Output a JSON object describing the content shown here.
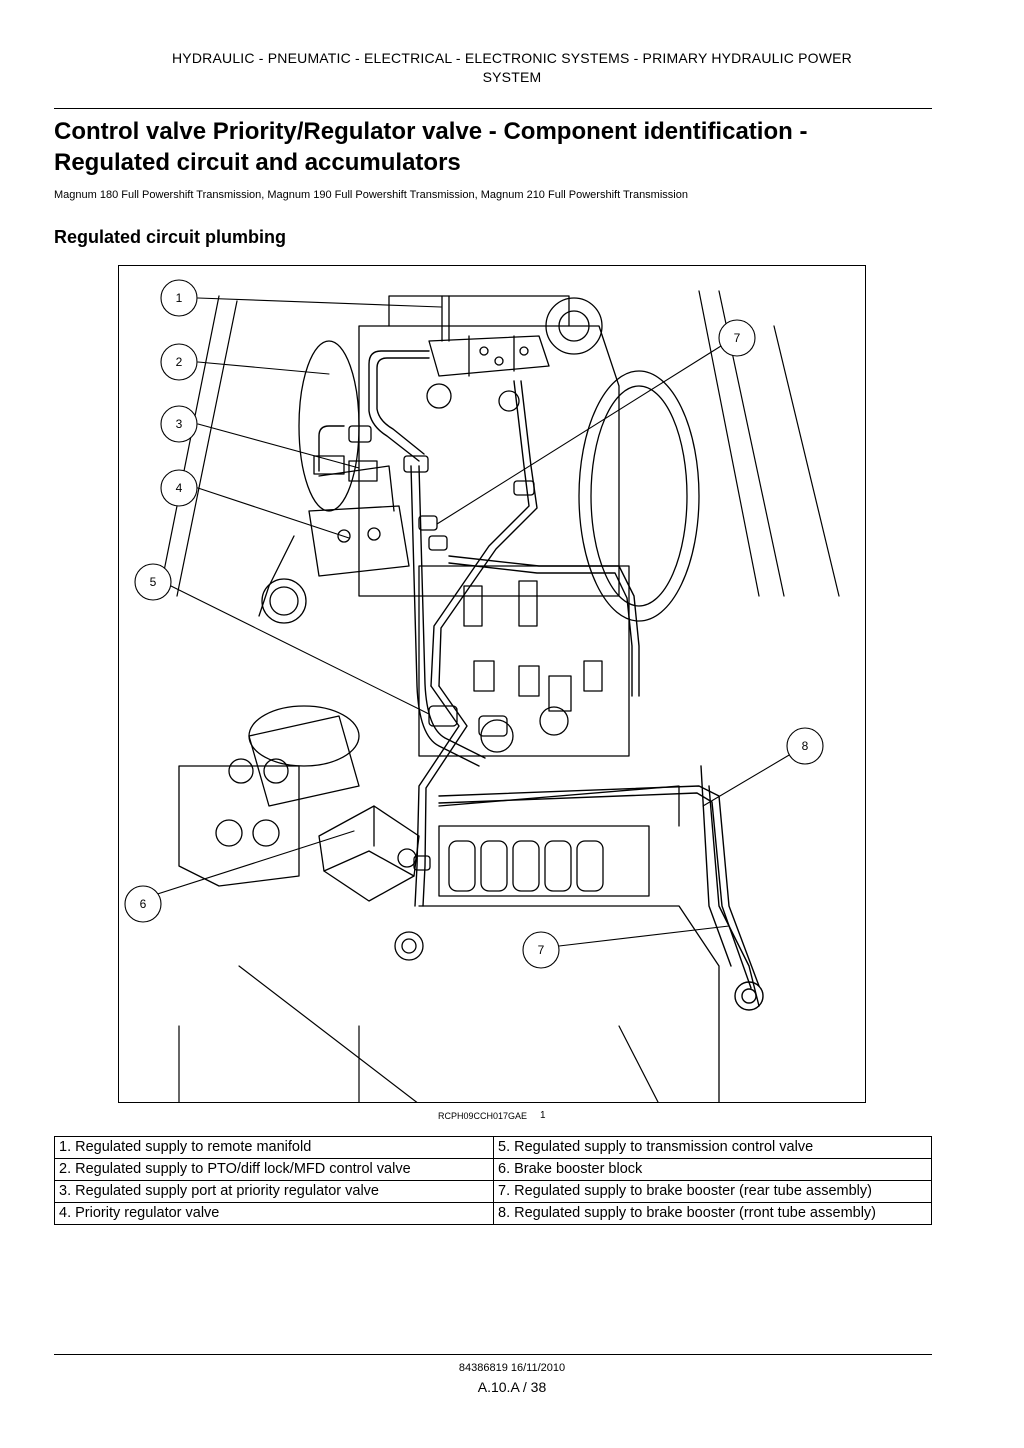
{
  "header": {
    "line1": "HYDRAULIC - PNEUMATIC - ELECTRICAL - ELECTRONIC SYSTEMS - PRIMARY HYDRAULIC POWER",
    "line2": "SYSTEM"
  },
  "title": {
    "line1": "Control valve Priority/Regulator valve - Component identification -",
    "line2": "Regulated circuit and accumulators"
  },
  "applies_to": "Magnum 180 Full Powershift Transmission, Magnum 190 Full Powershift Transmission, Magnum 210 Full Powershift Transmission",
  "section_heading": "Regulated circuit plumbing",
  "figure": {
    "callouts": [
      "1",
      "2",
      "3",
      "4",
      "5",
      "6",
      "7",
      "8",
      "7"
    ],
    "reference": "RCPH09CCH017GAE",
    "number": "1"
  },
  "legend": [
    {
      "left": "1.  Regulated supply to remote manifold",
      "right": "5.  Regulated supply to transmission control valve"
    },
    {
      "left": "2.  Regulated supply to PTO/diff lock/MFD control valve",
      "right": "6.  Brake booster block"
    },
    {
      "left": "3.  Regulated supply port at priority regulator valve",
      "right": "7.  Regulated supply to brake booster (rear tube assembly)"
    },
    {
      "left": "4.  Priority regulator valve",
      "right": "8.  Regulated supply to brake booster (rront tube assembly)"
    }
  ],
  "footer": {
    "doc_id": "84386819 16/11/2010",
    "page": "A.10.A / 38"
  }
}
